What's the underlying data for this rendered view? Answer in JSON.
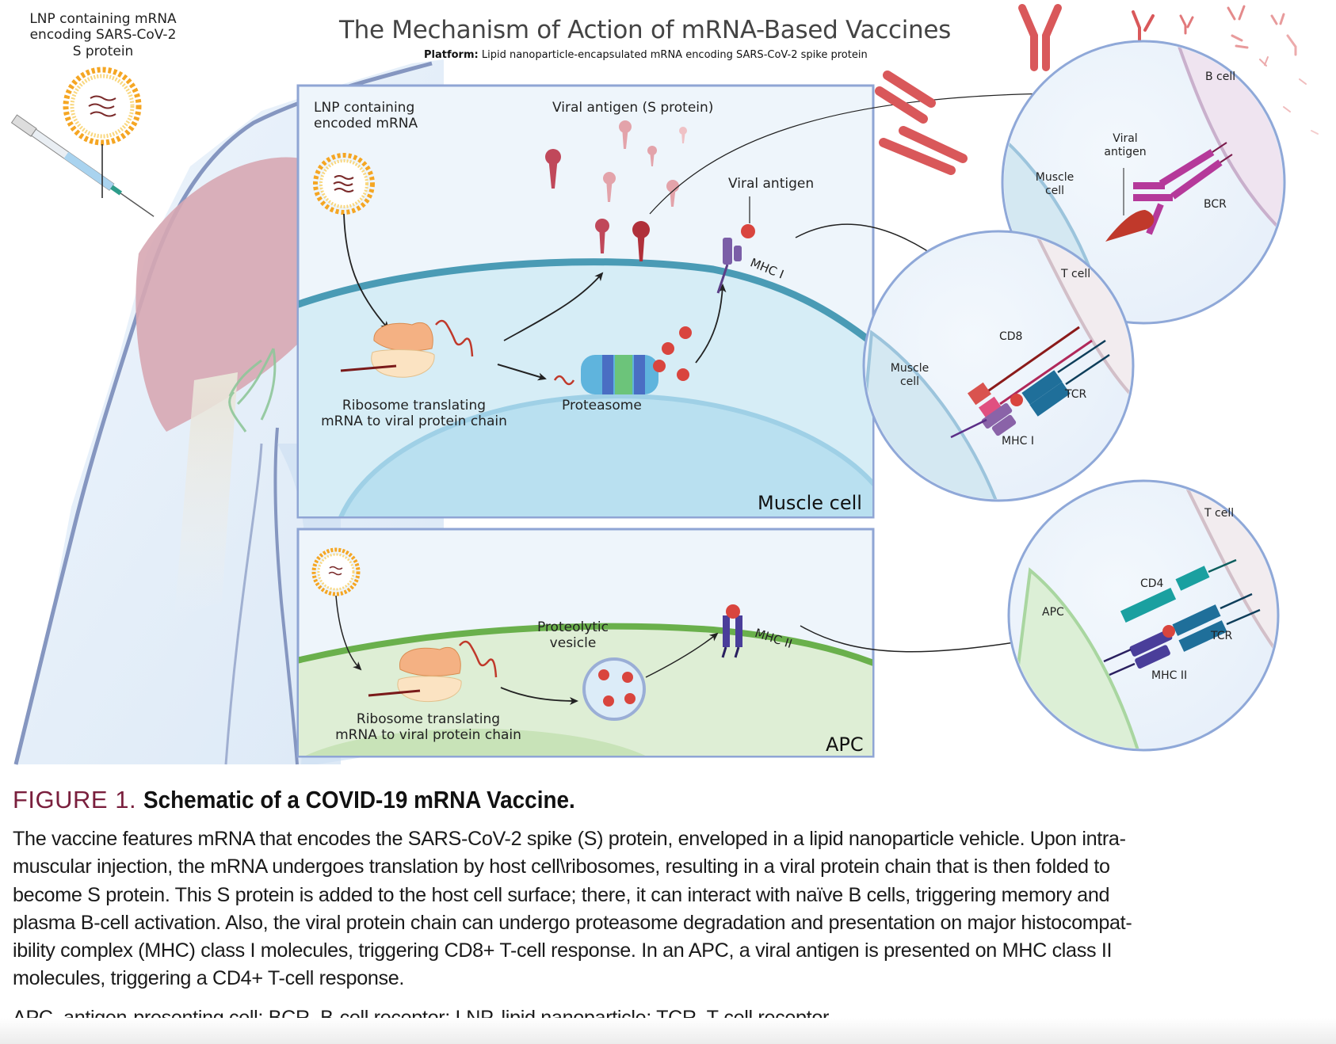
{
  "figure": {
    "title": "The Mechanism of Action of mRNA-Based Vaccines",
    "platform_label": "Platform:",
    "platform_text": " Lipid nanoparticle-encapsulated mRNA encoding SARS-CoV-2 spike  protein",
    "injection_label": [
      "LNP containing mRNA",
      "encoding SARS-CoV-2",
      "S protein"
    ],
    "muscle_panel": {
      "lnp_label": [
        "LNP containing",
        "encoded mRNA"
      ],
      "viral_antigen_s_label": "Viral antigen (S protein)",
      "viral_antigen_label": "Viral antigen",
      "mhc1_label": "MHC I",
      "ribosome_label": [
        "Ribosome translating",
        "mRNA to viral protein chain"
      ],
      "proteasome_label": "Proteasome",
      "panel_label": "Muscle cell"
    },
    "apc_panel": {
      "vesicle_label": [
        "Proteolytic",
        "vesicle"
      ],
      "mhc2_label": "MHC II",
      "ribosome_label": [
        "Ribosome translating",
        "mRNA to viral protein chain"
      ],
      "panel_label": "APC"
    },
    "bcell_circle": {
      "bcell_label": "B cell",
      "viral_antigen_label": [
        "Viral",
        "antigen"
      ],
      "muscle_label": [
        "Muscle",
        "cell"
      ],
      "bcr_label": "BCR"
    },
    "cd8_circle": {
      "tcell_label": "T cell",
      "cd8_label": "CD8",
      "muscle_label": [
        "Muscle",
        "cell"
      ],
      "tcr_label": "TCR",
      "mhc_label": "MHC I"
    },
    "cd4_circle": {
      "tcell_label": "T cell",
      "cd4_label": "CD4",
      "apc_label": "APC",
      "tcr_label": "TCR",
      "mhc_label": "MHC II"
    },
    "colors": {
      "lnp_orange": "#f5a623",
      "antigen_red": "#c0392b",
      "muscle_membrane": "#4a9bb5",
      "apc_membrane": "#6ab04c",
      "mhc_purple": "#7b5ea7",
      "tcr_blue": "#1f6f9a",
      "bcr_magenta": "#b5399a",
      "cd4_teal": "#1aa0a0",
      "caption_accent": "#7a1f3d"
    }
  },
  "caption": {
    "figure_number": "FIGURE 1.",
    "title": "Schematic of a COVID-19 mRNA Vaccine.",
    "body": "The vaccine features mRNA that encodes the SARS-CoV-2 spike (S) protein, enveloped in a lipid nanoparticle vehicle. Upon intramuscular injection, the mRNA undergoes translation by host cell\\ribosomes, resulting in a viral protein chain that is then folded to become S protein. This S protein is added to the host cell surface; there, it can interact with naïve B cells, triggering memory and plasma B-cell activation. Also, the viral protein chain can undergo proteasome degradation and presentation on major histocompatibility complex (MHC) class I molecules, triggering CD8+ T-cell response. In an APC, a viral antigen is presented on MHC class II molecules, triggering a CD4+ T-cell response.",
    "body_lines": [
      "The vaccine features mRNA that encodes the SARS-CoV-2 spike (S) protein, enveloped in a lipid nanoparticle vehicle. Upon intra-",
      "muscular injection, the mRNA undergoes translation by host cell\\ribosomes, resulting in a viral protein chain that is then folded to",
      "become S protein. This S protein is added to the host cell surface; there, it can interact with naïve B cells, triggering memory and",
      "plasma B-cell activation. Also, the viral protein chain can undergo proteasome degradation and presentation on major histocompat-",
      "ibility complex (MHC) class I molecules, triggering CD8+ T-cell response. In an APC, a viral antigen is presented on MHC class II",
      "molecules, triggering a CD4+ T-cell response."
    ],
    "abbreviations": "APC, antigen-presenting cell; BCR, B-cell receptor; LNP, lipid nanoparticle; TCR, T-cell receptor."
  }
}
